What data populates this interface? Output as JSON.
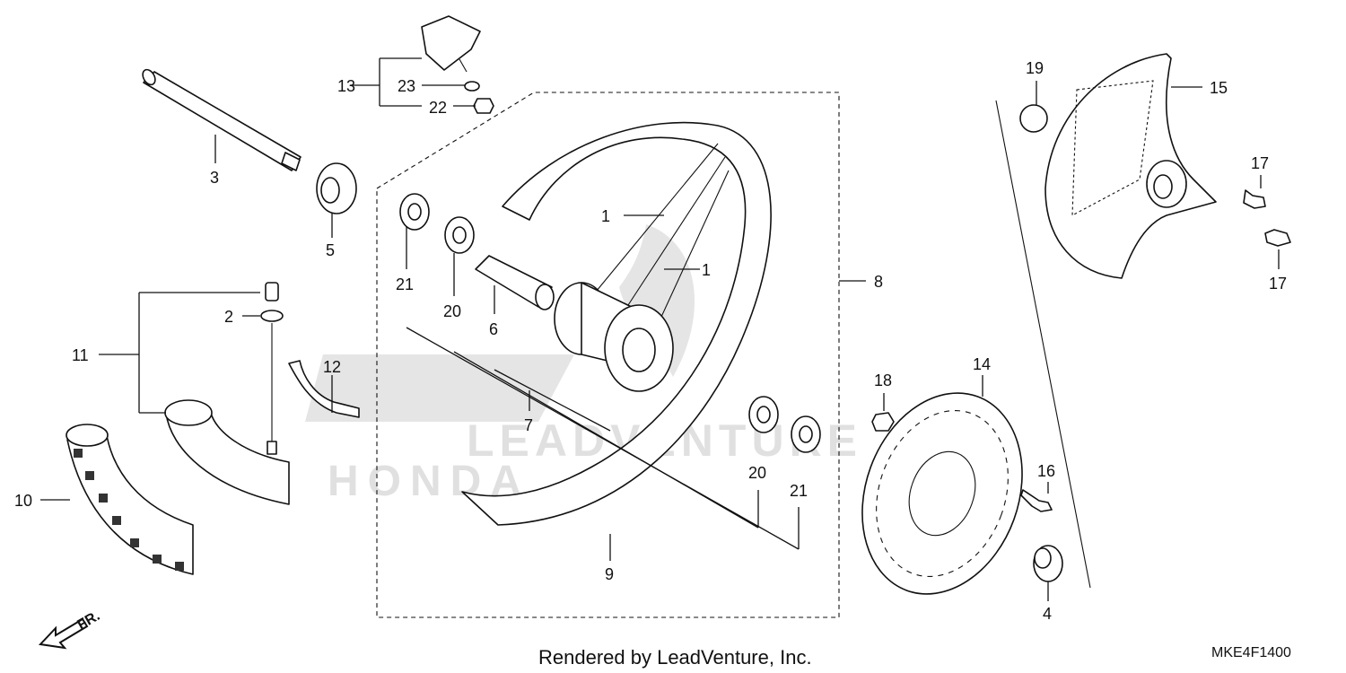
{
  "diagram": {
    "callouts": {
      "c1a": "1",
      "c1b": "1",
      "c2": "2",
      "c3": "3",
      "c4": "4",
      "c5": "5",
      "c6": "6",
      "c7": "7",
      "c8": "8",
      "c9": "9",
      "c10": "10",
      "c11": "11",
      "c12": "12",
      "c13": "13",
      "c14": "14",
      "c15": "15",
      "c16": "16",
      "c17a": "17",
      "c17b": "17",
      "c18": "18",
      "c19": "19",
      "c20a": "20",
      "c20b": "20",
      "c21a": "21",
      "c21b": "21",
      "c22": "22",
      "c23": "23"
    },
    "direction_label": "FR.",
    "watermark_text": "LEADVENTURE",
    "watermark_brand": "HONDA"
  },
  "footer": {
    "credit": "Rendered by LeadVenture, Inc.",
    "diagram_code": "MKE4F1400"
  }
}
